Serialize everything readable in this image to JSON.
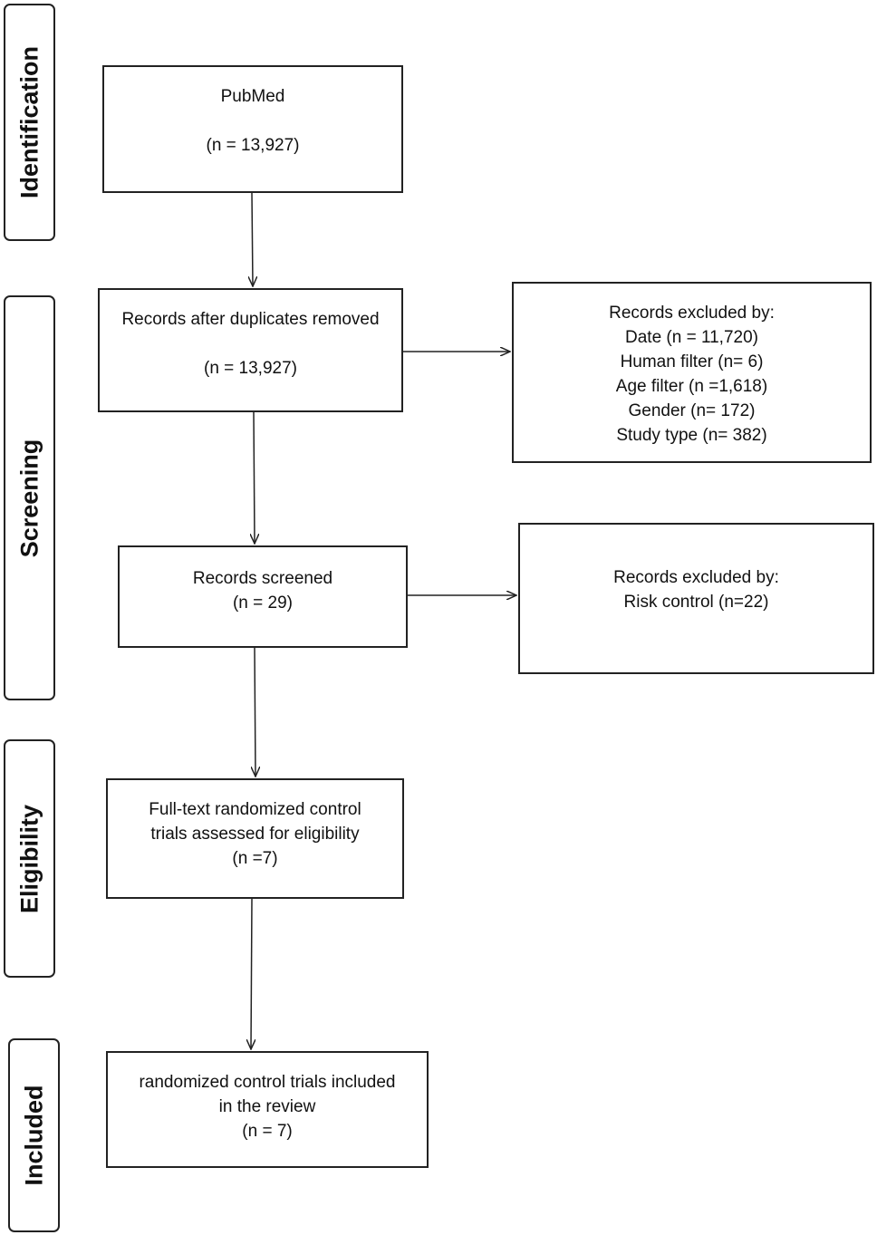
{
  "phases": {
    "identification": "Identification",
    "screening": "Screening",
    "eligibility": "Eligibility",
    "included": "Included"
  },
  "boxes": {
    "pubmed": {
      "title": "PubMed",
      "count": "(n = 13,927)"
    },
    "duplicates_removed": {
      "title": "Records after duplicates removed",
      "count": "(n = 13,927)"
    },
    "excluded_1": {
      "heading": "Records excluded by:",
      "items": [
        "Date (n = 11,720)",
        "Human filter (n= 6)",
        "Age filter (n =1,618)",
        "Gender (n= 172)",
        "Study type (n= 382)"
      ]
    },
    "screened": {
      "title": "Records screened",
      "count": "(n = 29)"
    },
    "excluded_2": {
      "heading": "Records excluded by:",
      "items": [
        "Risk control (n=22)"
      ]
    },
    "full_text": {
      "line1": "Full-text randomized control",
      "line2": "trials assessed for eligibility",
      "count": "(n =7)"
    },
    "included": {
      "line1": "randomized control trials included",
      "line2": "in the review",
      "count": "(n =  7)"
    }
  }
}
